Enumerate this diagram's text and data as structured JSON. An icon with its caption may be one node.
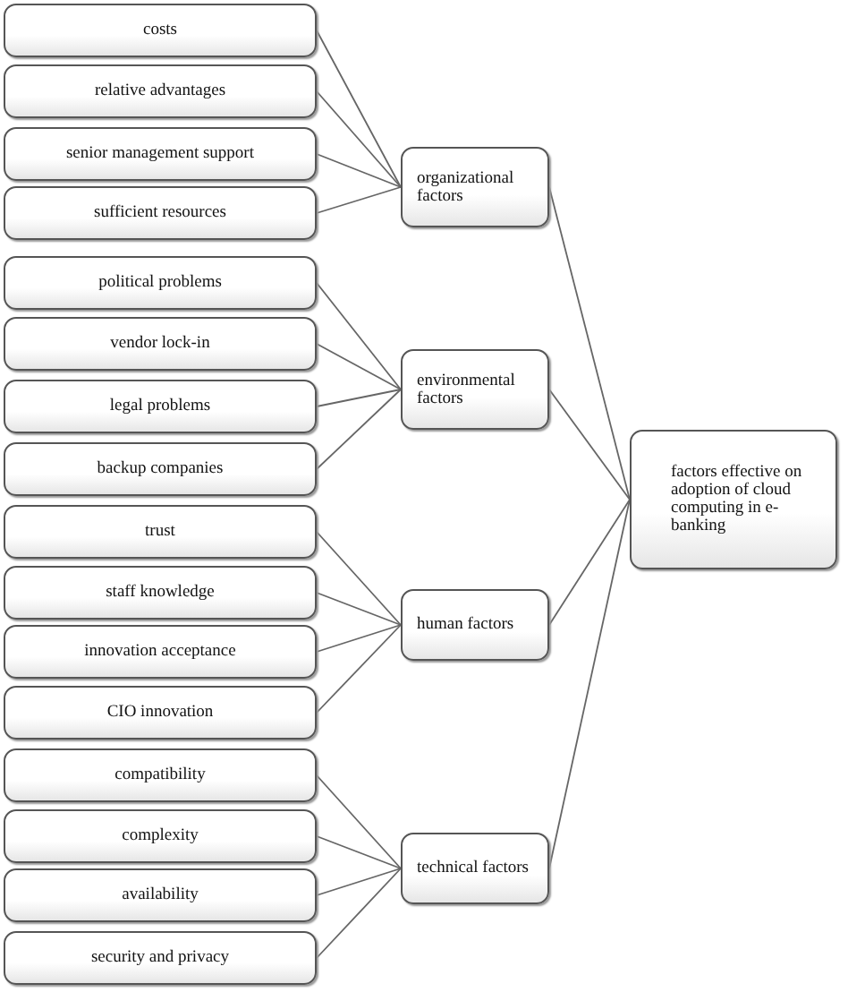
{
  "diagram": {
    "nodes": [
      {
        "text": [
          "costs"
        ]
      },
      {
        "text": [
          "relative advantages"
        ]
      },
      {
        "text": [
          "senior management support"
        ]
      },
      {
        "text": [
          "sufficient resources"
        ]
      },
      {
        "text": [
          "political problems"
        ]
      },
      {
        "text": [
          "vendor lock-in"
        ]
      },
      {
        "text": [
          "legal problems"
        ]
      },
      {
        "text": [
          "backup companies"
        ]
      },
      {
        "text": [
          "trust"
        ]
      },
      {
        "text": [
          "staff knowledge"
        ]
      },
      {
        "text": [
          "innovation acceptance"
        ]
      },
      {
        "text": [
          "CIO innovation"
        ]
      },
      {
        "text": [
          "compatibility"
        ]
      },
      {
        "text": [
          "complexity"
        ]
      },
      {
        "text": [
          "availability"
        ]
      },
      {
        "text": [
          "security and privacy"
        ]
      },
      {
        "text": [
          "organizational factors"
        ]
      },
      {
        "text": [
          "environmental factors"
        ]
      },
      {
        "text": [
          "human factors"
        ]
      },
      {
        "text": [
          "technical factors"
        ]
      },
      {
        "text": [
          "factors effective on adoption of cloud computing in e-banking"
        ]
      }
    ],
    "edges": [
      {
        "from": 0,
        "to": 16,
        "arrow": "none"
      },
      {
        "from": 1,
        "to": 16,
        "arrow": "none"
      },
      {
        "from": 2,
        "to": 16,
        "arrow": "none"
      },
      {
        "from": 3,
        "to": 16,
        "arrow": "none"
      },
      {
        "from": 4,
        "to": 17,
        "arrow": "none"
      },
      {
        "from": 5,
        "to": 17,
        "arrow": "none"
      },
      {
        "from": 6,
        "to": 17,
        "arrow": "none"
      },
      {
        "from": 7,
        "to": 17,
        "arrow": "none"
      },
      {
        "from": 8,
        "to": 18,
        "arrow": "none"
      },
      {
        "from": 9,
        "to": 18,
        "arrow": "none"
      },
      {
        "from": 10,
        "to": 18,
        "arrow": "none"
      },
      {
        "from": 11,
        "to": 18,
        "arrow": "none"
      },
      {
        "from": 12,
        "to": 19,
        "arrow": "none"
      },
      {
        "from": 13,
        "to": 19,
        "arrow": "none"
      },
      {
        "from": 14,
        "to": 19,
        "arrow": "none"
      },
      {
        "from": 15,
        "to": 19,
        "arrow": "none"
      },
      {
        "from": 16,
        "to": 20,
        "arrow": "none"
      },
      {
        "from": 17,
        "to": 20,
        "arrow": "none"
      },
      {
        "from": 18,
        "to": 20,
        "arrow": "none"
      },
      {
        "from": 19,
        "to": 20,
        "arrow": "none"
      }
    ]
  }
}
